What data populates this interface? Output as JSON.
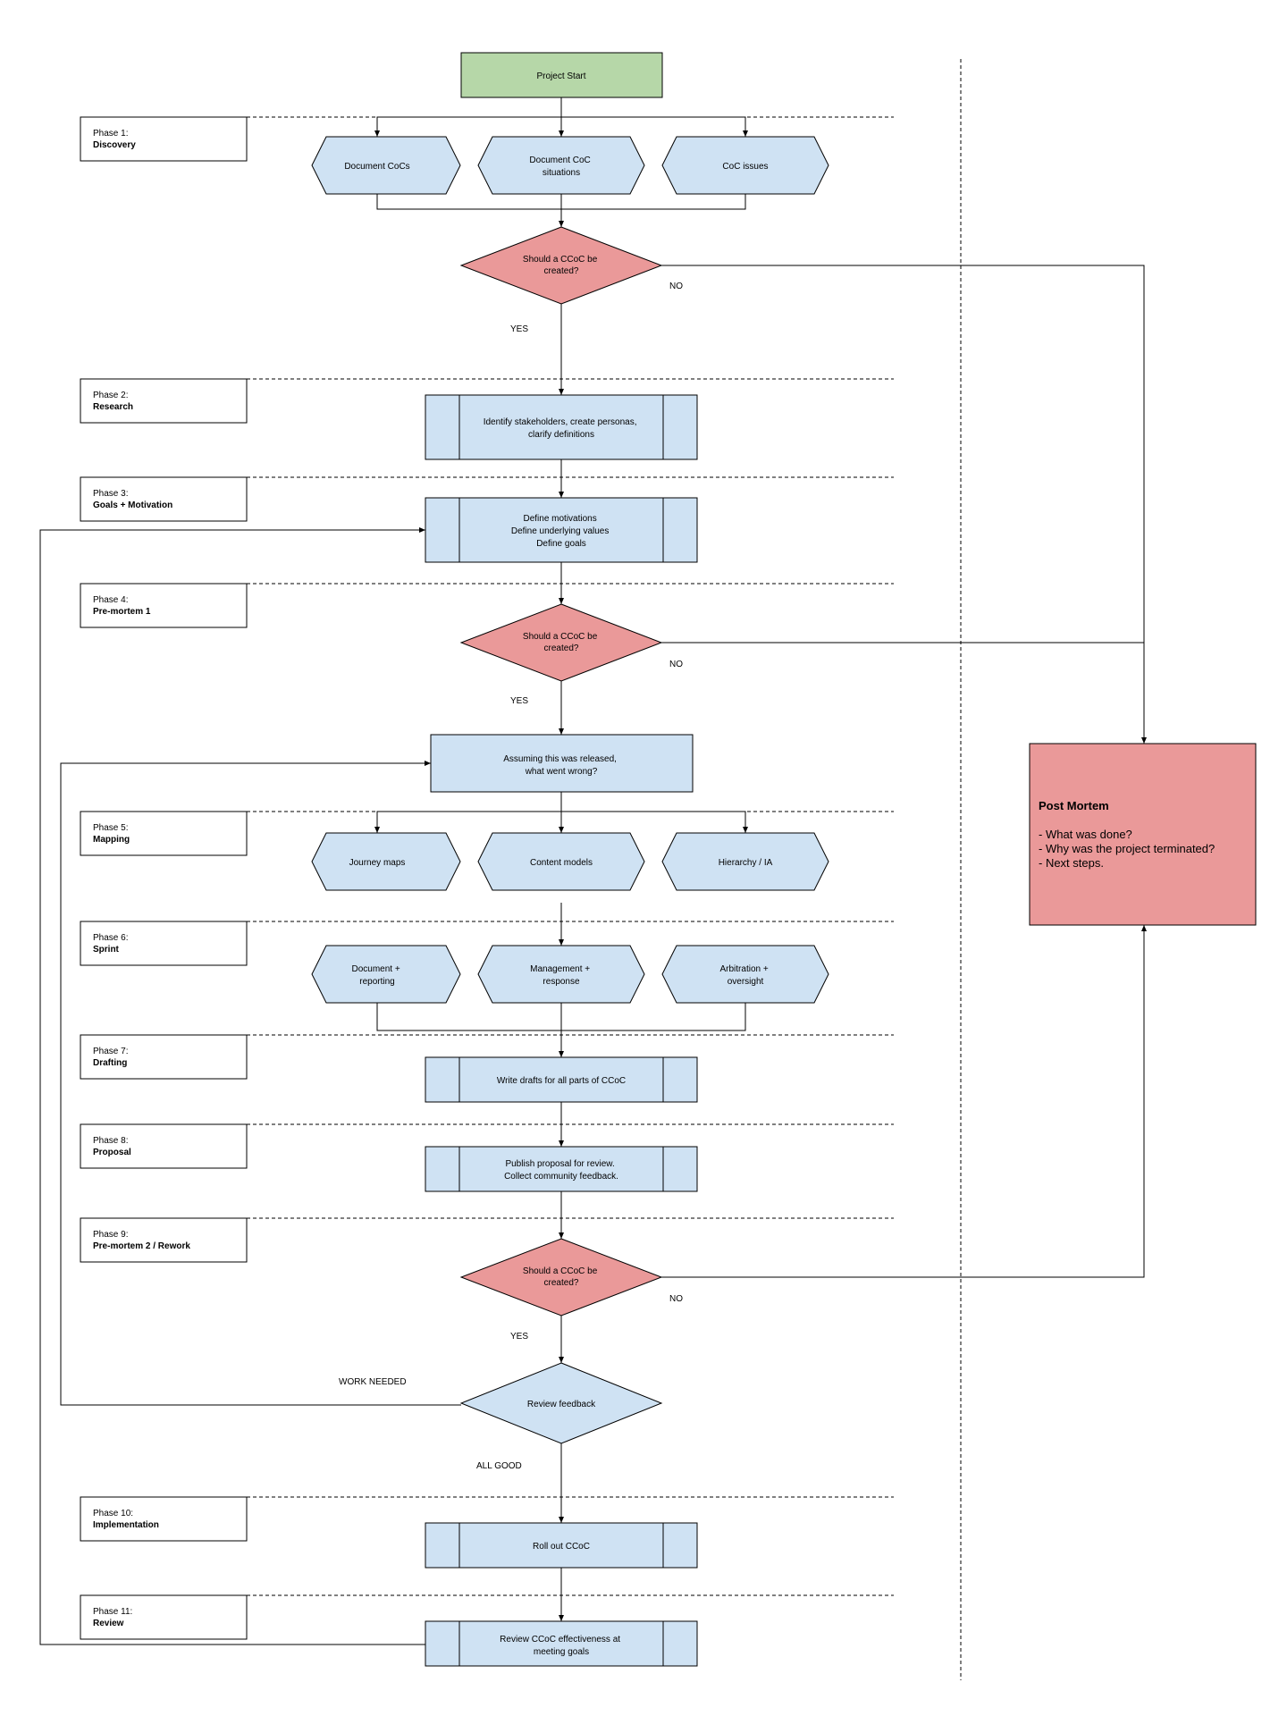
{
  "start": {
    "label": "Project Start"
  },
  "phases": [
    {
      "number": "Phase 1:",
      "name": "Discovery"
    },
    {
      "number": "Phase 2:",
      "name": "Research"
    },
    {
      "number": "Phase 3:",
      "name": "Goals + Motivation"
    },
    {
      "number": "Phase 4:",
      "name": "Pre-mortem 1"
    },
    {
      "number": "Phase 5:",
      "name": "Mapping"
    },
    {
      "number": "Phase 6:",
      "name": "Sprint"
    },
    {
      "number": "Phase 7:",
      "name": "Drafting"
    },
    {
      "number": "Phase 8:",
      "name": "Proposal"
    },
    {
      "number": "Phase 9:",
      "name": "Pre-mortem 2 / Rework"
    },
    {
      "number": "Phase 10:",
      "name": "Implementation"
    },
    {
      "number": "Phase 11:",
      "name": "Review"
    }
  ],
  "discovery": [
    {
      "lines": [
        "Document CoCs"
      ]
    },
    {
      "lines": [
        "Document CoC",
        "situations"
      ]
    },
    {
      "lines": [
        "CoC issues"
      ]
    }
  ],
  "decision": {
    "lines": [
      "Should a CCoC be",
      "created?"
    ]
  },
  "yes_label": "YES",
  "no_label": "NO",
  "research": {
    "lines": [
      "Identify stakeholders, create personas,",
      "clarify definitions"
    ]
  },
  "goals": {
    "lines": [
      "Define motivations",
      "Define underlying values",
      "Define goals"
    ]
  },
  "premortem": {
    "lines": [
      "Assuming this was released,",
      "what went wrong?"
    ]
  },
  "mapping": [
    {
      "lines": [
        "Journey maps"
      ]
    },
    {
      "lines": [
        "Content models"
      ]
    },
    {
      "lines": [
        "Hierarchy / IA"
      ]
    }
  ],
  "sprint": [
    {
      "lines": [
        "Document +",
        "reporting"
      ]
    },
    {
      "lines": [
        "Management +",
        "response"
      ]
    },
    {
      "lines": [
        "Arbitration +",
        "oversight"
      ]
    }
  ],
  "drafting": {
    "lines": [
      "Write drafts for all parts of CCoC"
    ]
  },
  "proposal": {
    "lines": [
      "Publish proposal for review.",
      "Collect community feedback."
    ]
  },
  "review_feedback": {
    "lines": [
      "Review feedback"
    ]
  },
  "work_needed_label": "WORK NEEDED",
  "all_good_label": "ALL GOOD",
  "implementation": {
    "lines": [
      "Roll out CCoC"
    ]
  },
  "review": {
    "lines": [
      "Review CCoC effectiveness at",
      "meeting goals"
    ]
  },
  "post_mortem": {
    "title": "Post Mortem",
    "items": [
      "- What was done?",
      "- Why was the project terminated?",
      "- Next steps."
    ]
  },
  "colors": {
    "start": "#b6d7a8",
    "process": "#cfe2f3",
    "decision_red": "#ea9999",
    "post_mortem": "#ea9999"
  }
}
